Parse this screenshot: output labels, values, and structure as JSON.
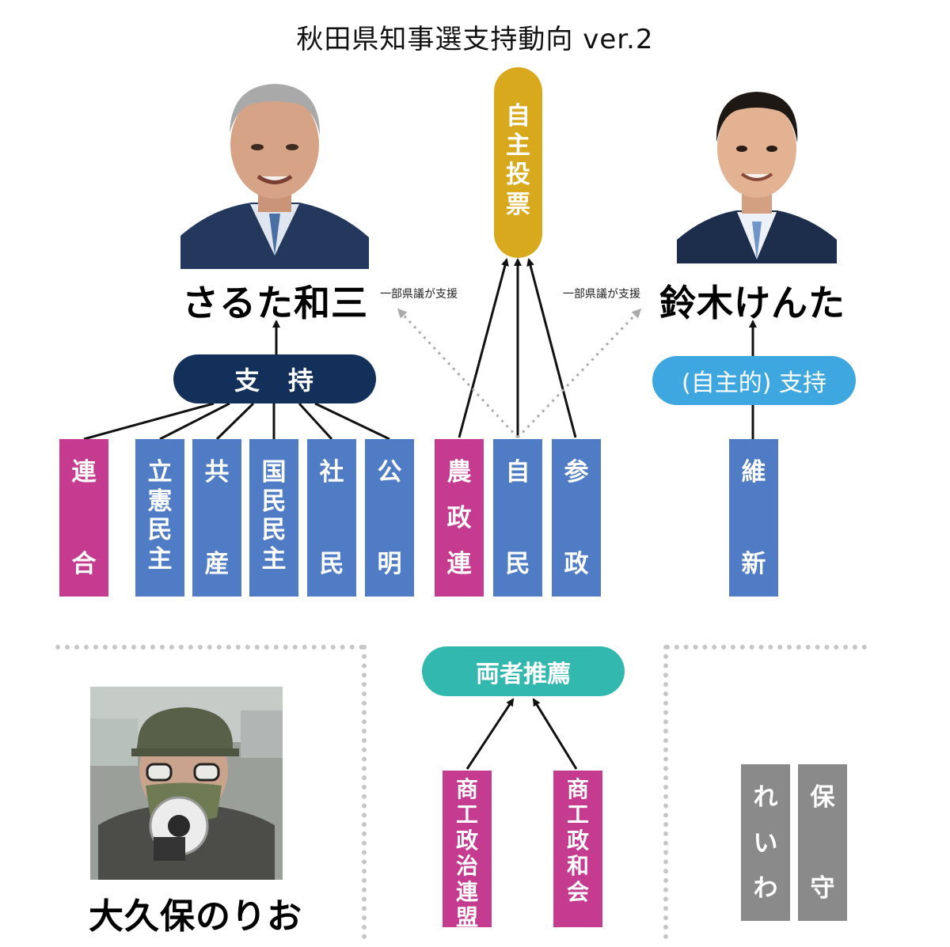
{
  "title": "秋田県知事選支持動向 ver.2",
  "candidates": {
    "saruta": "さるた和三",
    "suzuki": "鈴木けんた",
    "okubo": "大久保のりお"
  },
  "hubs": {
    "support": "支　持",
    "jishu_touhyou": [
      "自",
      "主",
      "投",
      "票"
    ],
    "self_support": "(自主的) 支持",
    "both": "両者推薦"
  },
  "notes": {
    "left": "一部県議が支援",
    "right": "一部県議が支援"
  },
  "parties": {
    "rengo": [
      "連",
      "合"
    ],
    "rikken": [
      "立",
      "憲",
      "民",
      "主"
    ],
    "kyosan": [
      "共",
      "産"
    ],
    "kokumin": [
      "国",
      "民",
      "民",
      "主"
    ],
    "shamin": [
      "社",
      "民"
    ],
    "komei": [
      "公",
      "明"
    ],
    "noseiren": [
      "農",
      "政",
      "連"
    ],
    "jimin": [
      "自",
      "民"
    ],
    "sansei": [
      "参",
      "政"
    ],
    "ishin": [
      "維",
      "新"
    ],
    "shoko1": [
      "商",
      "工",
      "政",
      "治",
      "連",
      "盟"
    ],
    "shoko2": [
      "商",
      "工",
      "政",
      "和",
      "会"
    ],
    "reiwa": [
      "れ",
      "い",
      "わ"
    ],
    "hoshu": [
      "保",
      "守"
    ]
  },
  "colors": {
    "party_blue": "#4f7cc4",
    "rengo_magenta": "#c43b8f",
    "support_navy": "#13305a",
    "jishu_gold": "#d8a91c",
    "self_support_sky": "#3fa7e0",
    "both_teal": "#33b8b0",
    "minor_gray": "#8a8a8a",
    "dotted_gray": "#c6c6c6"
  }
}
